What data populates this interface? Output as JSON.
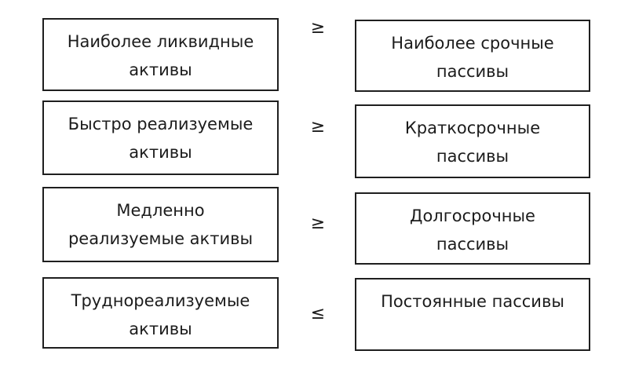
{
  "colors": {
    "background": "#ffffff",
    "box_border": "#1f1f1f",
    "text": "#1c1c1c"
  },
  "diagram": {
    "type": "comparison",
    "rows": [
      {
        "left": {
          "line1": "Наиболее ликвидные",
          "line2": "активы"
        },
        "sign": "≥",
        "right": {
          "line1": "Наиболее срочные",
          "line2": "пассивы"
        }
      },
      {
        "left": {
          "line1": "Быстро реализуемые",
          "line2": "активы"
        },
        "sign": "≥",
        "right": {
          "line1": "Краткосрочные",
          "line2": "пассивы"
        }
      },
      {
        "left": {
          "line1": "Медленно",
          "line2": "реализуемые активы"
        },
        "sign": "≥",
        "right": {
          "line1": "Долгосрочные",
          "line2": "пассивы"
        }
      },
      {
        "left": {
          "line1": "Труднореализуемые",
          "line2": "активы"
        },
        "sign": "≤",
        "right": {
          "line1": "Постоянные пассивы",
          "line2": ""
        }
      }
    ]
  }
}
